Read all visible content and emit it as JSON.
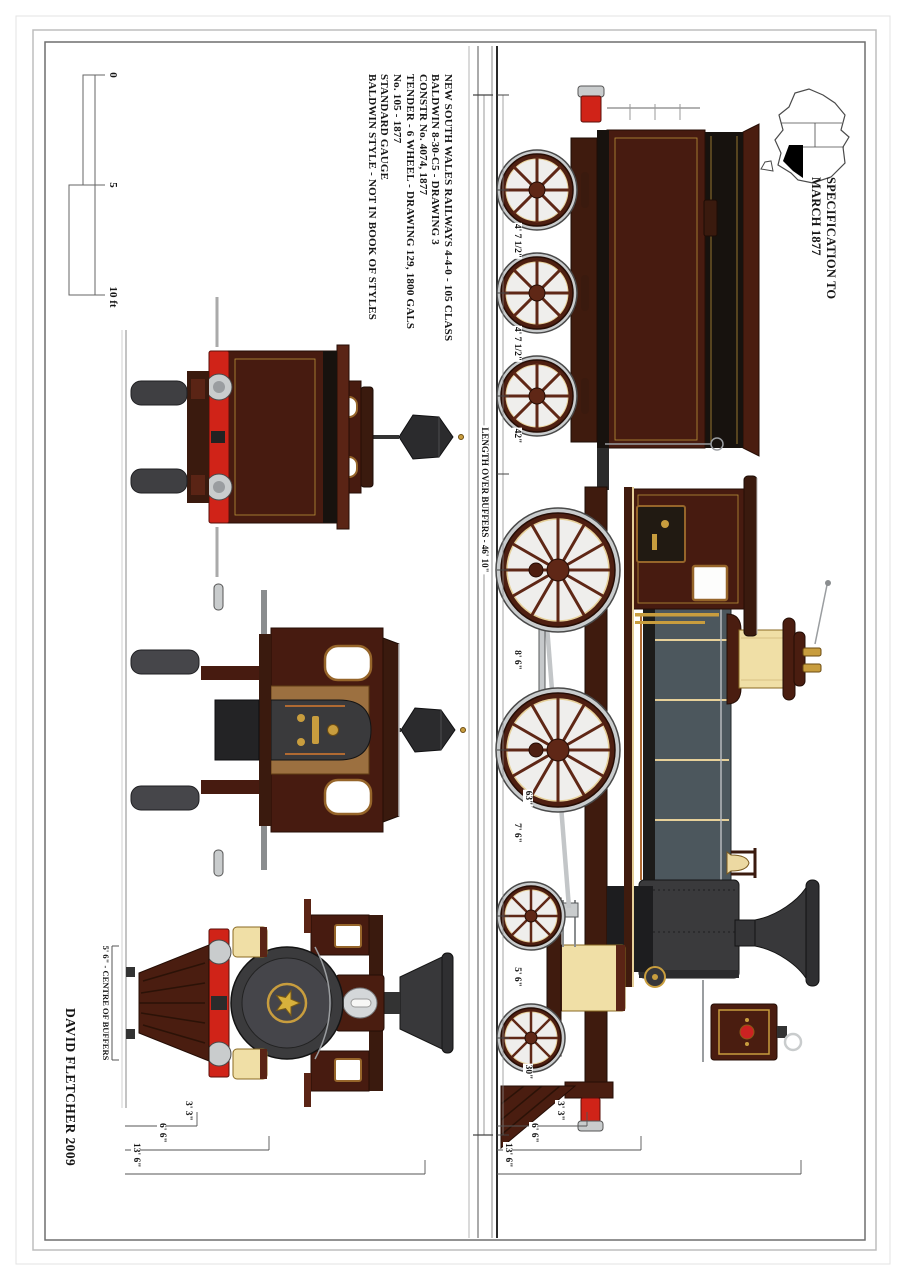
{
  "title_block": {
    "lines": [
      "NEW SOUTH WALES RAILWAYS 4-4-0 - 105 CLASS",
      "BALDWIN 8-30-C5 - DRAWING 3",
      "CONSTR No. 4074, 1877",
      "TENDER - 6 WHEEL - DRAWING 129, 1800 GALS",
      "No. 105 - 1877",
      "STANDARD GAUGE",
      "BALDWIN STYLE - NOT IN BOOK OF STYLES"
    ]
  },
  "spec_note": {
    "line1": "SPECIFICATION TO",
    "line2": "MARCH 1877"
  },
  "credit": {
    "text": "DAVID FLETCHER 2009"
  },
  "scale_bar": {
    "t0": "0",
    "t5": "5",
    "t10": "10 ft"
  },
  "map": {
    "icon": "australia-inset-map",
    "highlight_color": "#000000"
  },
  "dimensions": {
    "chain": [
      "4' 7 1/2\"",
      "4' 7 1/2\"",
      "42\"",
      "8' 6\"",
      "7' 6\"",
      "5' 6\""
    ],
    "wheel_dias": [
      "63\"",
      "30\""
    ],
    "length_over_buffers": "LENGTH OVER BUFFERS - 46' 10\"",
    "heights_side": [
      "3' 3\"",
      "6' 6\"",
      "13' 6\""
    ],
    "heights_front": [
      "3' 3\"",
      "6' 6\"",
      "13' 6\""
    ],
    "buffer_centres": "5' 6\" - CENTRE OF BUFFERS"
  },
  "colors": {
    "maroon_body": "#471b10",
    "maroon_wheel": "#5f2716",
    "buffer_red": "#d02318",
    "boiler_slate": "#4c575d",
    "smokebox_charcoal": "#3a3a3c",
    "straw_cream": "#f0dfa6",
    "gold": "#c89d3e",
    "steel_silver": "#c9cccd"
  }
}
